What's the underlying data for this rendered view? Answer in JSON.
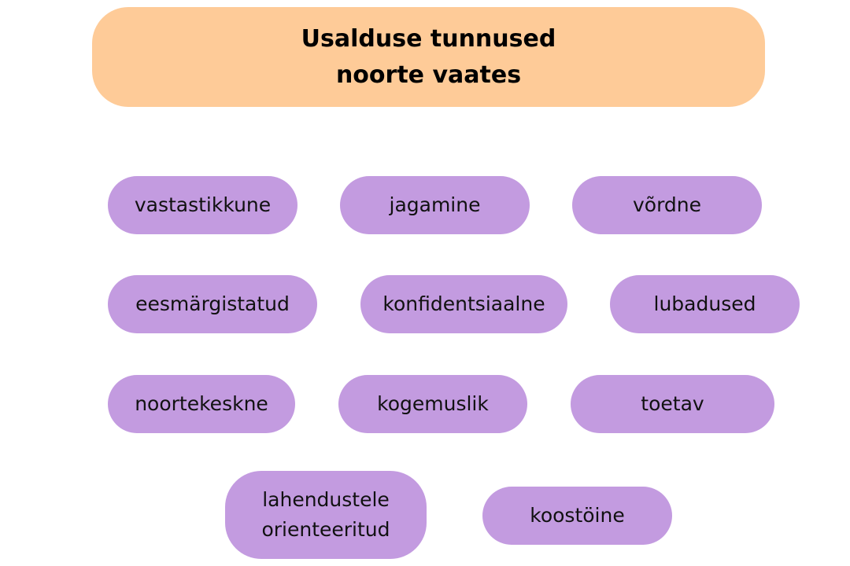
{
  "header": {
    "title_line1": "Usalduse tunnused",
    "title_line2": "noorte vaates"
  },
  "traits": [
    "vastastikkune",
    "jagamine",
    "võrdne",
    "eesmärgistatud",
    "konfidentsiaalne",
    "lubadused",
    "noortekeskne",
    "kogemuslik",
    "toetav",
    "lahendustele",
    "orienteeritud",
    "koostöine"
  ],
  "colors": {
    "header_fill": "#fecb98",
    "pill_fill": "#c39be0"
  }
}
